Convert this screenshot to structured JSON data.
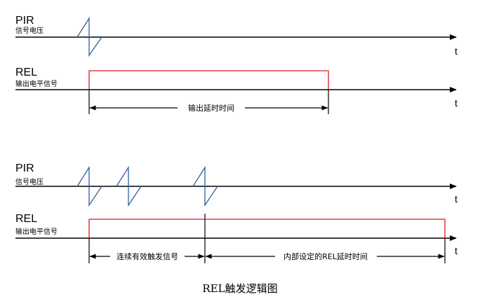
{
  "top": {
    "pir_label": "PIR",
    "pir_sub": "信号电压",
    "rel_label": "REL",
    "rel_sub": "输出电平信号",
    "t1": "t",
    "t2": "t",
    "duration_label": "输出延时时间"
  },
  "bottom": {
    "pir_label": "PIR",
    "pir_sub": "信号电压",
    "rel_label": "REL",
    "rel_sub": "输出电平信号",
    "t1": "t",
    "t2": "t",
    "retrigger_label": "连续有效触发信号",
    "delay_label": "内部设定的REL延时时间"
  },
  "caption": "REL触发逻辑图",
  "colors": {
    "axis": "#000000",
    "pir_wave": "#2e5f9e",
    "rel_pulse": "#e0141e"
  }
}
